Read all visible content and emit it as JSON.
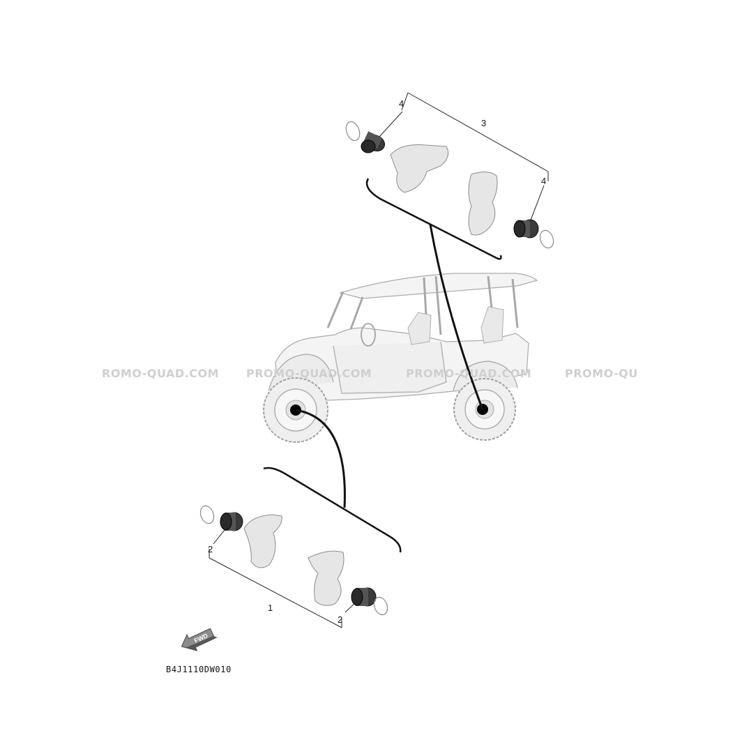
{
  "diagram": {
    "code": "B4J1110DW010",
    "fwd_label": "FWD",
    "watermark": [
      "ROMO-QUAD.COM",
      "PROMO-QUAD.COM",
      "PROMO-QUAD.COM",
      "PROMO-QU"
    ],
    "callouts": {
      "upper_group": "3",
      "upper_bearing_left": "4",
      "upper_bearing_right": "4",
      "lower_group": "1",
      "lower_bearing_left": "2",
      "lower_bearing_right": "2"
    }
  },
  "colors": {
    "line": "#111111",
    "part_fill": "#e6e6e6",
    "bearing": "#3a3a3a",
    "watermark": "#cfcfcf"
  }
}
